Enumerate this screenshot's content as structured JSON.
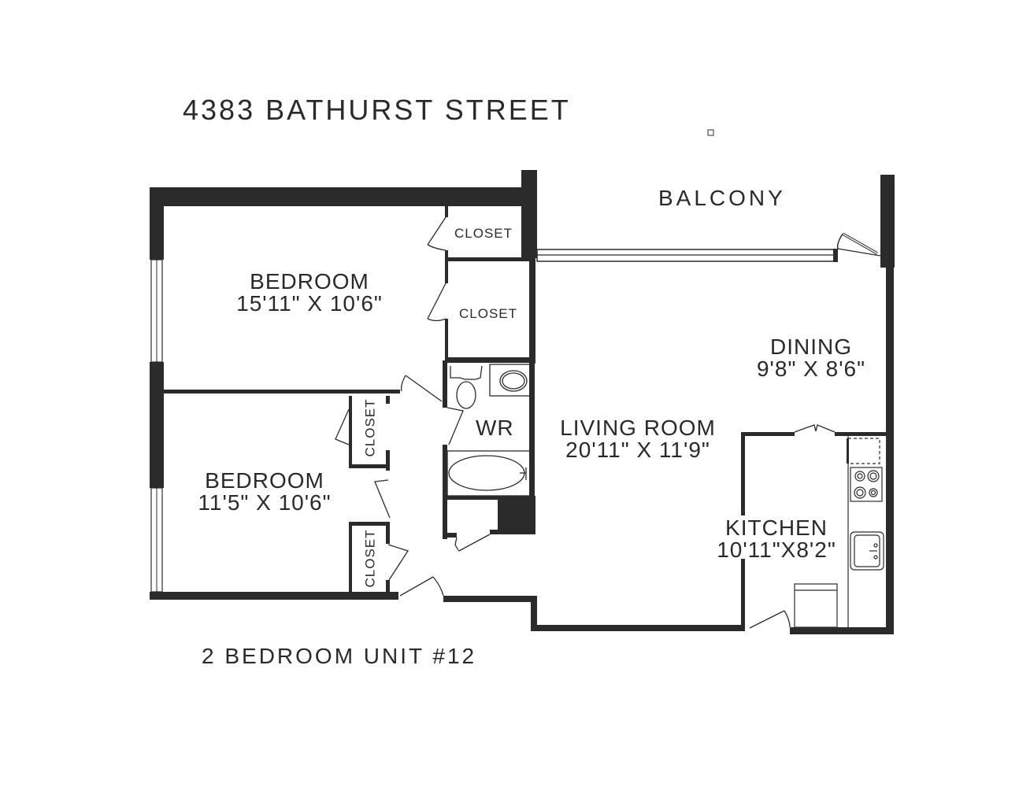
{
  "header": {
    "title": "4383 BATHURST STREET"
  },
  "footer": {
    "unit_label": "2 BEDROOM UNIT #12"
  },
  "rooms": {
    "balcony": {
      "name": "BALCONY"
    },
    "bedroom_1": {
      "name": "BEDROOM",
      "dimensions": "15'11\"  X  10'6\""
    },
    "bedroom_2": {
      "name": "BEDROOM",
      "dimensions": "11'5\"  X  10'6\""
    },
    "living_room": {
      "name": "LIVING  ROOM",
      "dimensions": "20'11\"  X  11'9\""
    },
    "dining": {
      "name": "DINING",
      "dimensions": "9'8\"  X  8'6\""
    },
    "kitchen": {
      "name": "KITCHEN",
      "dimensions": "10'11\"X8'2\""
    },
    "washroom": {
      "name": "WR"
    },
    "closets": [
      {
        "name": "CLOSET"
      },
      {
        "name": "CLOSET"
      },
      {
        "name": "CLOSET"
      },
      {
        "name": "CLOSET"
      }
    ]
  },
  "colors": {
    "wall": "#2b2b2b",
    "background": "#ffffff",
    "text": "#2a2a2a"
  }
}
